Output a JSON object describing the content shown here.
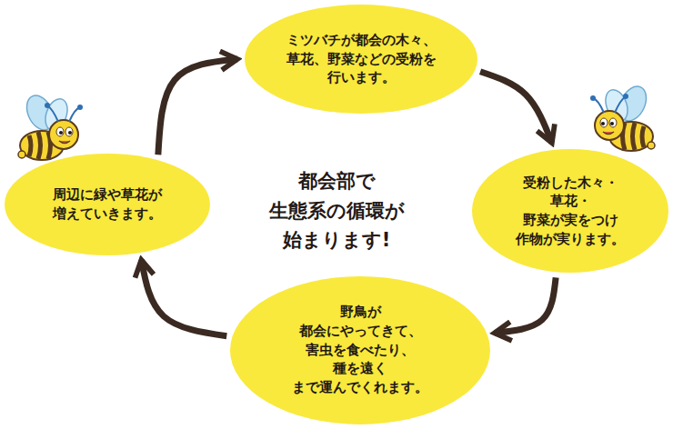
{
  "diagram": {
    "title": "都会部で 生態系の循環が 始まります!",
    "nodes": [
      {
        "text": [
          "ミツバチが都会の木々、 草花、野菜などの受粉を 行います。"
        ]
      },
      {
        "text": [
          "受粉した木々・草花・ 野菜が実をつけ 作物が実ります。"
        ]
      },
      {
        "text": [
          "野鳥が 都会にやってきて、 害虫を食べたり、種を遠く まで運んでくれます。"
        ]
      },
      {
        "text": [
          "周辺に緑や草花が 増えていきます。"
        ]
      }
    ],
    "edges": [
      {
        "from": 3,
        "to": 0,
        "arrow": "to"
      },
      {
        "from": 0,
        "to": 1,
        "arrow": "to"
      },
      {
        "from": 1,
        "to": 2,
        "arrow": "to"
      },
      {
        "from": 2,
        "to": 3,
        "arrow": "to"
      }
    ]
  }
}
